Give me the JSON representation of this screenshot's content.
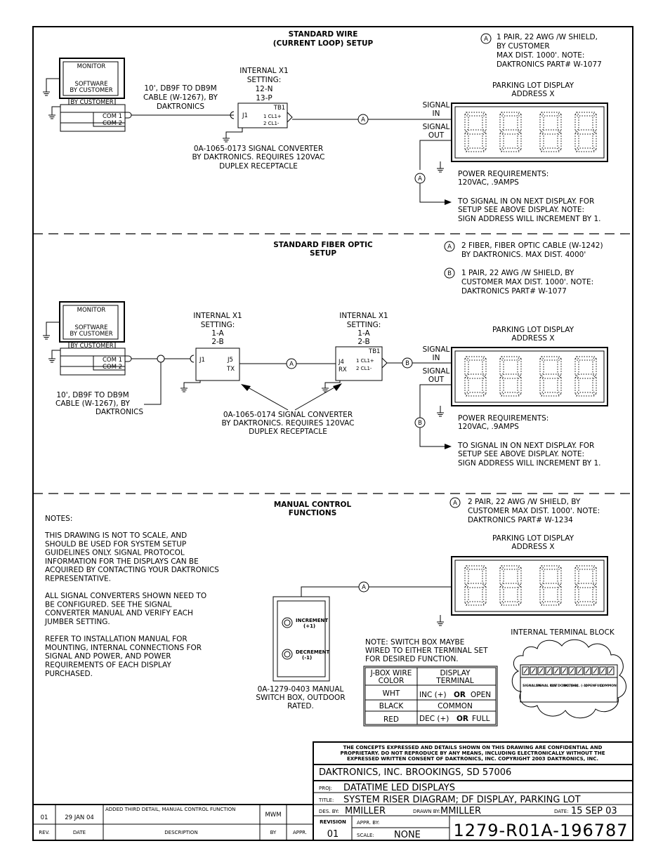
{
  "sec1": {
    "title": [
      "STANDARD WIRE",
      "(CURRENT LOOP) SETUP"
    ],
    "note_a": [
      "1 PAIR, 22 AWG /W SHIELD,",
      "BY CUSTOMER",
      "MAX DIST. 1000'.  NOTE:",
      "DAKTRONICS PART# W-1077"
    ],
    "monitor": "MONITOR",
    "software": [
      "SOFTWARE",
      "BY CUSTOMER"
    ],
    "by_customer": "BY CUSTOMER",
    "com1": "COM 1",
    "com2": "COM 2",
    "cable": [
      "10', DB9F TO DB9M",
      "CABLE (W-1267), BY",
      "DAKTRONICS"
    ],
    "setting": [
      "INTERNAL X1",
      "SETTING:",
      "12-N",
      "13-P"
    ],
    "tb1": "TB1",
    "j1": "J1",
    "cl1p": "1 CL1+",
    "cl1m": "2 CL1-",
    "converter": [
      "0A-1065-0173 SIGNAL CONVERTER",
      "BY DAKTRONICS. REQUIRES 120VAC",
      "DUPLEX RECEPTACLE"
    ],
    "display": [
      "PARKING LOT DISPLAY",
      "ADDRESS X"
    ],
    "signal_in": [
      "SIGNAL",
      "IN"
    ],
    "signal_out": [
      "SIGNAL",
      "OUT"
    ],
    "power": [
      "POWER REQUIREMENTS:",
      "120VAC, .9AMPS"
    ],
    "next": [
      "TO SIGNAL IN ON NEXT DISPLAY.  FOR",
      "SETUP SEE ABOVE DISPLAY.  NOTE:",
      "SIGN ADDRESS WILL INCREMENT BY 1."
    ]
  },
  "sec2": {
    "title": [
      "STANDARD FIBER OPTIC",
      "SETUP"
    ],
    "note_a": [
      "2 FIBER, FIBER OPTIC CABLE (W-1242)",
      "BY DAKTRONICS.   MAX DIST. 4000'"
    ],
    "note_b": [
      "1 PAIR, 22 AWG /W SHIELD, BY",
      "CUSTOMER MAX DIST. 1000'.  NOTE:",
      "DAKTRONICS PART# W-1077"
    ],
    "monitor": "MONITOR",
    "software": [
      "SOFTWARE",
      "BY CUSTOMER"
    ],
    "by_customer": "BY CUSTOMER",
    "com1": "COM 1",
    "com2": "COM 2",
    "cable": [
      "10', DB9F TO DB9M",
      "CABLE (W-1267), BY",
      "DAKTRONICS"
    ],
    "setting1": [
      "INTERNAL X1",
      "SETTING:",
      "1-A",
      "2-B"
    ],
    "setting2": [
      "INTERNAL X1",
      "SETTING:",
      "1-A",
      "2-B"
    ],
    "j1": "J1",
    "j5": "J5",
    "tx": "TX",
    "j4": "J4",
    "rx": "RX",
    "tb1": "TB1",
    "cl1p": "1 CL1+",
    "cl1m": "2 CL1-",
    "converter": [
      "0A-1065-0174 SIGNAL CONVERTER",
      "BY DAKTRONICS. REQUIRES 120VAC",
      "DUPLEX RECEPTACLE"
    ],
    "display": [
      "PARKING LOT DISPLAY",
      "ADDRESS X"
    ],
    "signal_in": [
      "SIGNAL",
      "IN"
    ],
    "signal_out": [
      "SIGNAL",
      "OUT"
    ],
    "power": [
      "POWER REQUIREMENTS:",
      "120VAC, .9AMPS"
    ],
    "next": [
      "TO SIGNAL IN ON NEXT DISPLAY.  FOR",
      "SETUP SEE ABOVE DISPLAY.  NOTE:",
      "SIGN ADDRESS WILL INCREMENT BY 1."
    ]
  },
  "sec3": {
    "title": [
      "MANUAL CONTROL",
      "FUNCTIONS"
    ],
    "note_a": [
      "2 PAIR, 22 AWG /W SHIELD, BY",
      "CUSTOMER MAX DIST. 1000'.  NOTE:",
      "DAKTRONICS PART# W-1234"
    ],
    "notes_header": "NOTES:",
    "notes": [
      "THIS DRAWING IS NOT TO SCALE, AND",
      "SHOULD BE USED FOR SYSTEM SETUP",
      "GUIDELINES ONLY.  SIGNAL PROTOCOL",
      "INFORMATION FOR THE DISPLAYS CAN BE",
      "ACQUIRED BY CONTACTING YOUR DAKTRONICS",
      "REPRESENTATIVE.",
      "",
      "ALL SIGNAL CONVERTERS SHOWN NEED TO",
      "BE CONFIGURED.  SEE THE SIGNAL",
      "CONVERTER MANUAL AND VERIFY EACH",
      "JUMBER SETTING.",
      "",
      "REFER TO INSTALLATION MANUAL FOR",
      "MOUNTING, INTERNAL CONNECTIONS FOR",
      "SIGNAL AND POWER, AND POWER",
      "REQUIREMENTS OF EACH DISPLAY",
      "PURCHASED."
    ],
    "display": [
      "PARKING LOT DISPLAY",
      "ADDRESS X"
    ],
    "increment": [
      "INCREMENT",
      "(+1)"
    ],
    "decrement": [
      "DECREMENT",
      "(-1)"
    ],
    "switch_box": [
      "0A-1279-0403 MANUAL",
      "SWITCH BOX, OUTDOOR",
      "RATED."
    ],
    "switch_note": [
      "NOTE: SWITCH BOX MAYBE",
      "WIRED TO EITHER TERMINAL SET",
      "FOR DESIRED FUNCTION."
    ],
    "table_headers": [
      [
        "J-BOX WIRE",
        "COLOR"
      ],
      [
        "DISPLAY",
        "TERMINAL"
      ]
    ],
    "table_rows": [
      [
        "WHT",
        "INC (+)",
        "OR",
        "OPEN"
      ],
      [
        "BLACK",
        "COMMON",
        "",
        ""
      ],
      [
        "RED",
        "DEC (+)",
        "OR",
        "FULL"
      ]
    ],
    "terminal_title": "INTERNAL TERMINAL BLOCK",
    "terminal_labels": [
      "SIGNAL IN",
      "SIGNAL OUT",
      "12V DC OUT",
      "INC. (+1)",
      "DEC. (-1)",
      "OPEN",
      "FULL",
      "COMMON"
    ]
  },
  "marker_a": "A",
  "marker_b": "B",
  "title_block": {
    "confidential": [
      "THE CONCEPTS  EXPRESSED  AND  DETAILS SHOWN ON THIS DRAWING ARE CONFIDENTIAL AND",
      "PROPRIETARY.  DO NOT REPRODUCE BY ANY MEANS, INCLUDING ELECTRONICALLY WITHOUT THE",
      "EXPRESSED WRITTEN CONSENT OF DAKTRONICS, INC.           COPYRIGHT 2003 DAKTRONICS, INC."
    ],
    "company": "DAKTRONICS, INC.    BROOKINGS, SD 57006",
    "proj_label": "PROJ:",
    "proj": "DATATIME LED DISPLAYS",
    "title_label": "TITLE:",
    "title": "SYSTEM RISER DIAGRAM; DF DISPLAY, PARKING LOT",
    "des_label": "DES. BY:",
    "des": "MMILLER",
    "drawn_label": "DRAWN BY:",
    "drawn": "MMILLER",
    "date_label": "DATE:",
    "date": "15 SEP 03",
    "revision_label": "REVISION",
    "revision": "01",
    "appr_label": "APPR. BY:",
    "scale_label": "SCALE:",
    "scale": "NONE",
    "drawing_no": "1279-R01A-196787"
  },
  "revisions": {
    "headers": [
      "REV.",
      "DATE",
      "DESCRIPTION",
      "BY",
      "APPR."
    ],
    "rows": [
      [
        "01",
        "29 JAN 04",
        "ADDED THIRD DETAIL, MANUAL CONTROL FUNCTION",
        "MWM",
        ""
      ]
    ]
  }
}
